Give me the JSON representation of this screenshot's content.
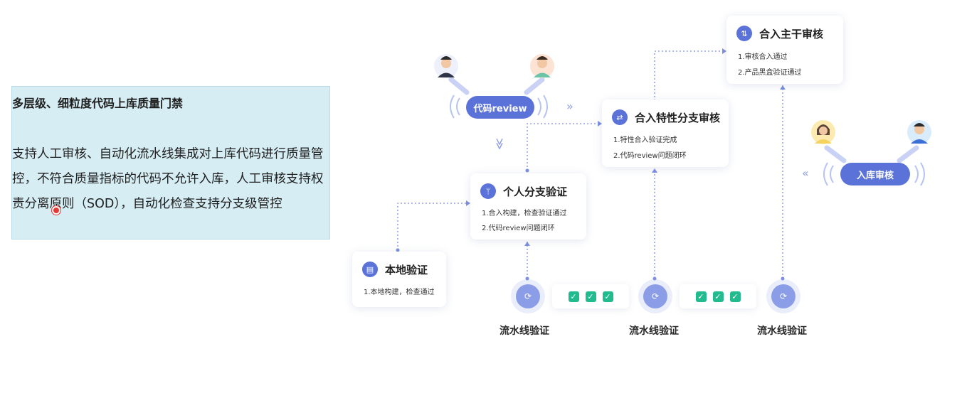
{
  "intro": {
    "title": "多层级、细粒度代码上库质量门禁",
    "body": "支持人工审核、自动化流水线集成对上库代码进行质量管控，不符合质量指标的代码不允许入库，人工审核支持权责分离原则（SOD），自动化检查支持分支级管控"
  },
  "nodes": {
    "local": {
      "title": "本地验证",
      "items": [
        "1.本地构建，检查通过"
      ]
    },
    "personal": {
      "title": "个人分支验证",
      "items": [
        "1.合入构建，检查验证通过",
        "2.代码review问题闭环"
      ]
    },
    "feature": {
      "title": "合入特性分支审核",
      "items": [
        "1.特性合入验证完成",
        "2.代码review问题闭环"
      ]
    },
    "trunk": {
      "title": "合入主干审核",
      "items": [
        "1.审核合入通过",
        "2.产品黑盒验证通过"
      ]
    }
  },
  "pills": {
    "code_review": "代码review",
    "storage_review": "入库审核"
  },
  "pipelines": [
    "流水线验证",
    "流水线验证",
    "流水线验证"
  ],
  "icons": {
    "double_right": "»",
    "double_left": "«",
    "double_down": "≫",
    "check": "✓"
  },
  "colors": {
    "accent": "#5b73d9",
    "pipeline": "#8b9de6",
    "check": "#22bb8f",
    "intro_bg": "#d5edf3"
  }
}
